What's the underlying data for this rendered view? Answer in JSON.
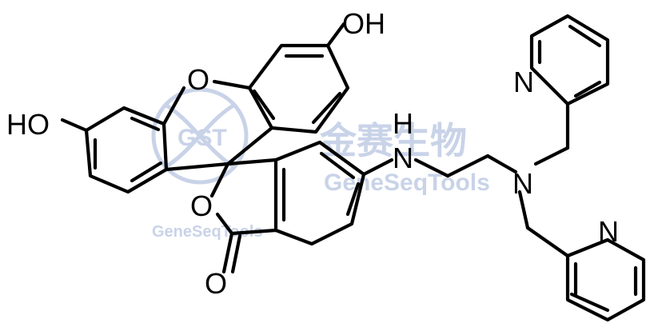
{
  "structure": {
    "atoms": {
      "oh_top": "OH",
      "ho_left": "HO",
      "o_xanthene": "O",
      "o_lactone": "O",
      "o_carbonyl": "O",
      "nh_h": "H",
      "nh_n": "N",
      "n_tertiary": "N",
      "n_pyridine_top": "N",
      "n_pyridine_bottom": "N"
    }
  },
  "watermark": {
    "logo_text": "GST",
    "cn_text": "金赛生物",
    "en_text": "GeneSeqTools",
    "en_text_small": "GeneSeqTools"
  },
  "colors": {
    "ink": "#000000",
    "watermark": "#c9d3e8",
    "background": "#ffffff"
  }
}
